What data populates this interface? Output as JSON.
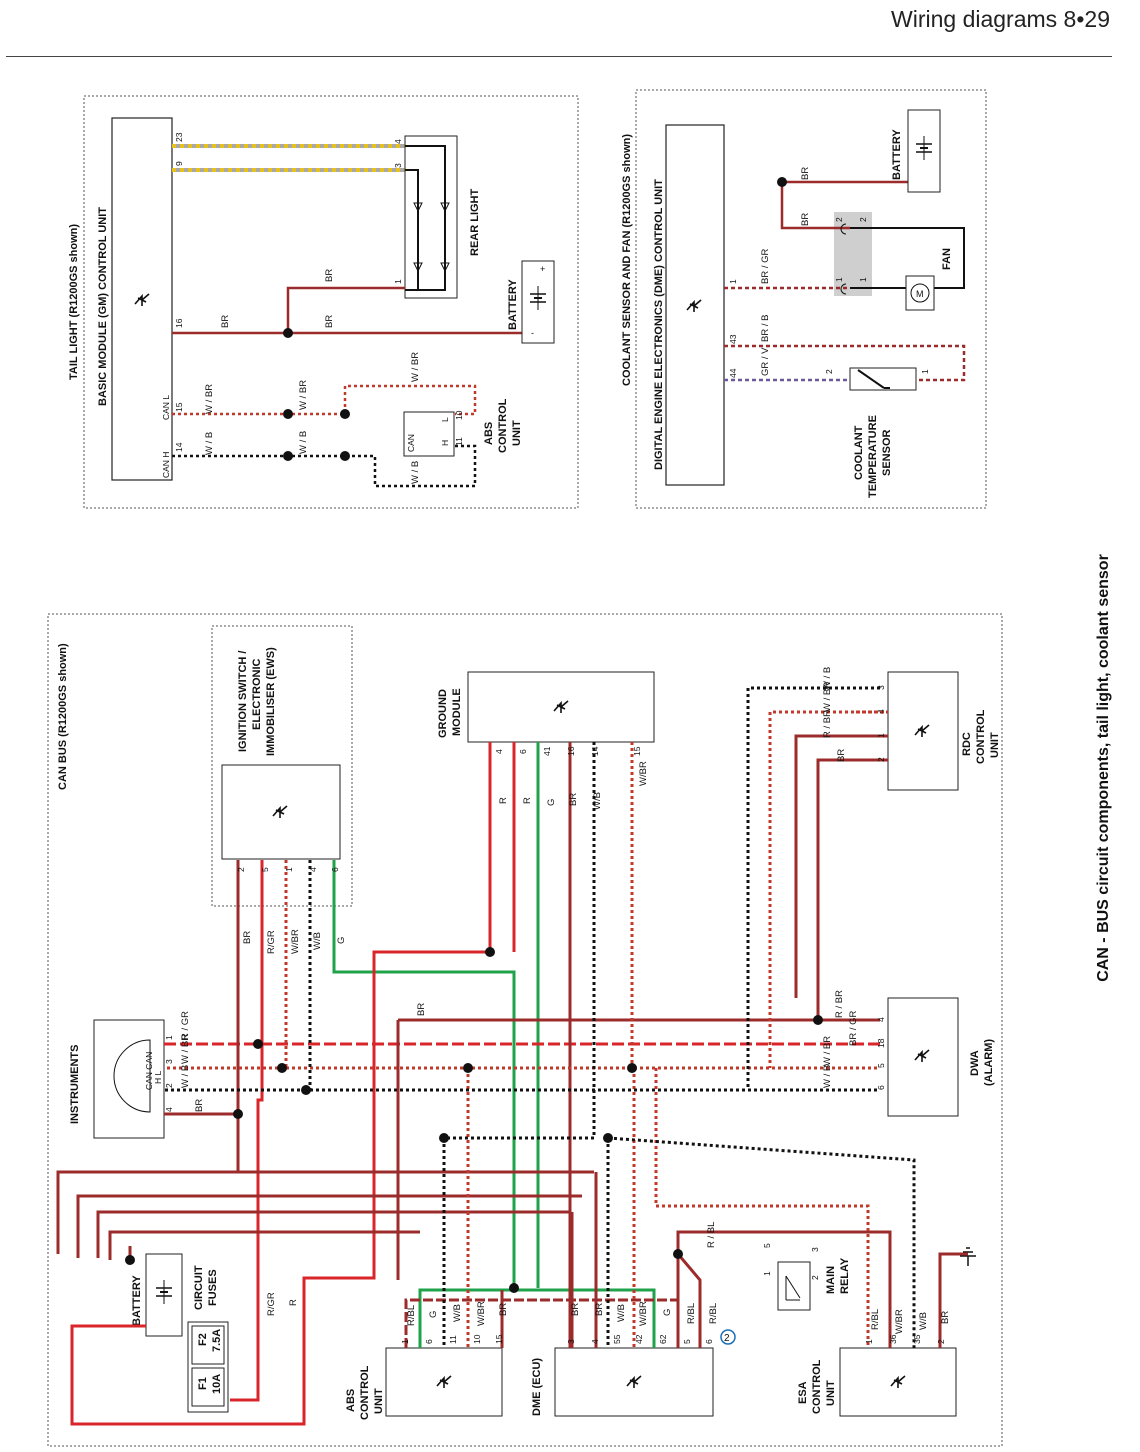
{
  "header": {
    "title": "Wiring diagrams  8•29"
  },
  "caption": "CAN - BUS circuit components, tail light, coolant sensor",
  "tail_light": {
    "title": "TAIL LIGHT  (R1200GS shown)",
    "basic_module": "BASIC MODULE  (GM) CONTROL UNIT",
    "can_l": "CAN L",
    "can_h": "CAN H",
    "pins": [
      "23",
      "9",
      "16",
      "15",
      "14"
    ],
    "rear_light": "REAR LIGHT",
    "rear_pins": [
      "4",
      "3",
      "1"
    ],
    "battery": "BATTERY",
    "abs": [
      "ABS",
      "CONTROL",
      "UNIT"
    ],
    "abs_can": [
      "CAN",
      "H",
      "L"
    ],
    "abs_pins": [
      "10",
      "11"
    ],
    "wires": {
      "br": "BR",
      "wbr": "W / BR",
      "wb": "W / B"
    }
  },
  "coolant": {
    "title": "COOLANT SENSOR AND FAN  (R1200GS shown)",
    "dme": "DIGITAL ENGINE ELECTRONICS (DME) CONTROL UNIT",
    "pins": [
      "1",
      "43",
      "44"
    ],
    "battery": "BATTERY",
    "fan": "FAN",
    "sensor": [
      "COOLANT",
      "TEMPERATURE",
      "SENSOR"
    ],
    "sensor_pins": [
      "2",
      "1"
    ],
    "wires": {
      "br": "BR",
      "brgr": "BR / GR",
      "brb": "BR / B",
      "grv": "GR / V"
    }
  },
  "can_bus": {
    "title": "CAN BUS (R1200GS shown)",
    "ignition": [
      "IGNITION SWITCH /",
      "ELECTRONIC",
      "IMMOBILISER (EWS)"
    ],
    "ignition_pins": [
      "2",
      "5",
      "1",
      "4",
      "6"
    ],
    "ignition_wires": [
      "BR",
      "R/GR",
      "W/BR",
      "W/B",
      "G"
    ],
    "ground_module": [
      "GROUND",
      "MODULE"
    ],
    "gm_pins": [
      "4",
      "6",
      "41",
      "16",
      "14",
      "15"
    ],
    "gm_wires": [
      "R",
      "R",
      "G",
      "BR",
      "W/B",
      "W/BR"
    ],
    "rdc": [
      "RDC",
      "CONTROL",
      "UNIT"
    ],
    "rdc_pins": [
      "3",
      "4",
      "1",
      "2"
    ],
    "rdc_wires": [
      "W / B",
      "W / BR",
      "R / BR",
      "BR"
    ],
    "dwa": [
      "DWA",
      "(ALARM)"
    ],
    "dwa_pins": [
      "4",
      "18",
      "5",
      "6"
    ],
    "dwa_wires": [
      "R / BR",
      "BR / GR",
      "W / BR",
      "W / B"
    ],
    "instruments": "INSTRUMENTS",
    "inst_pins": [
      "1",
      "3",
      "2",
      "4"
    ],
    "inst_wires": [
      "R / GR",
      "W / BR",
      "W / B",
      "BR"
    ],
    "inst_can": [
      "CAN CAN",
      "H    L"
    ],
    "battery": "BATTERY",
    "fuses": [
      "CIRCUIT",
      "FUSES"
    ],
    "fuse_f1": [
      "F1",
      "10A"
    ],
    "fuse_f2": [
      "F2",
      "7.5A"
    ],
    "rgr": "R/GR",
    "r": "R",
    "abs": [
      "ABS",
      "CONTROL",
      "UNIT"
    ],
    "abs_pins": [
      "1",
      "6",
      "11",
      "10",
      "15"
    ],
    "abs_wires": [
      "R/BL",
      "G",
      "W/B",
      "W/BR",
      "BR"
    ],
    "dme": "DME (ECU)",
    "dme_pins": [
      "3",
      "4",
      "55",
      "42",
      "62",
      "5",
      "6"
    ],
    "dme_wires": [
      "BR",
      "BR",
      "W/B",
      "W/BR",
      "G",
      "R/BL",
      "R/BL"
    ],
    "dme_marker": "2",
    "main_relay": [
      "MAIN",
      "RELAY"
    ],
    "relay_pins": [
      "1",
      "5",
      "2",
      "3"
    ],
    "relay_wire": "R / BL",
    "esa": [
      "ESA",
      "CONTROL",
      "UNIT"
    ],
    "esa_pins": [
      "1",
      "36",
      "35",
      "2"
    ],
    "esa_wires": [
      "R/BL",
      "W/BR",
      "W/B",
      "BR"
    ],
    "br": "BR"
  },
  "colors": {
    "red": "#d9262a",
    "brown": "#9c2b2b",
    "green": "#1fa34a",
    "black": "#111111",
    "grey": "#cfcfcf"
  }
}
